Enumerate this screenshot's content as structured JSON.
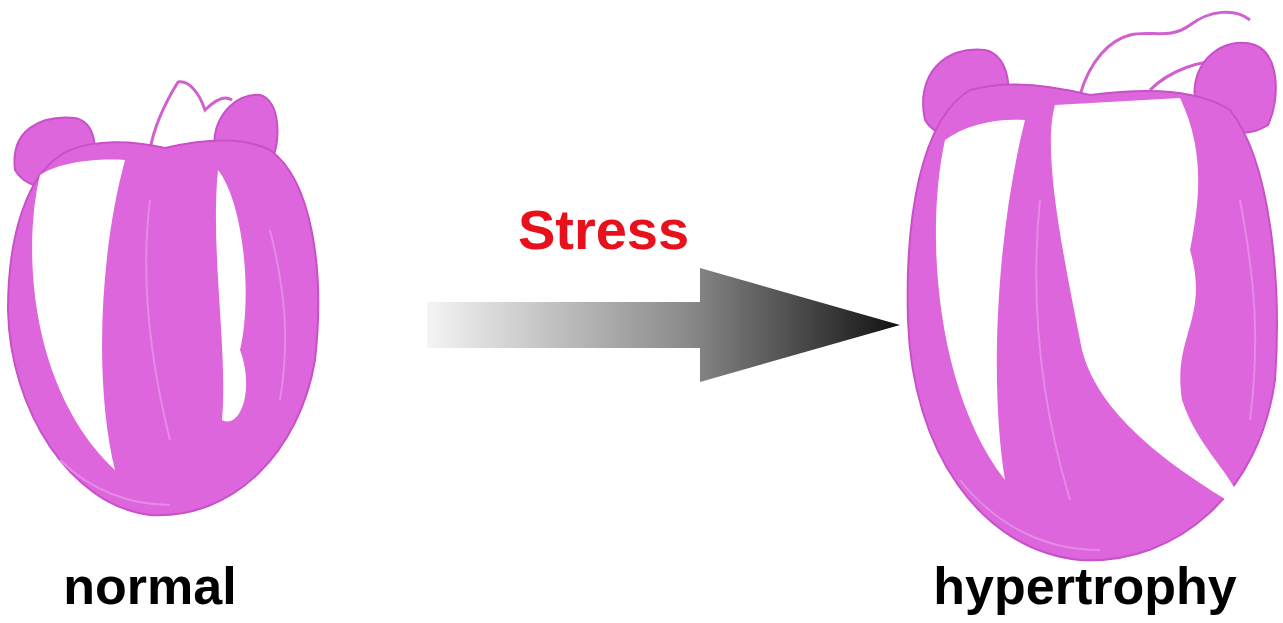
{
  "diagram": {
    "nodes": [
      {
        "text": [
          "normal"
        ]
      },
      {
        "text": [
          "hypertrophy"
        ]
      }
    ],
    "edges": [
      {
        "from": 0,
        "to": 1,
        "arrow": "to",
        "label": "Stress"
      }
    ]
  }
}
